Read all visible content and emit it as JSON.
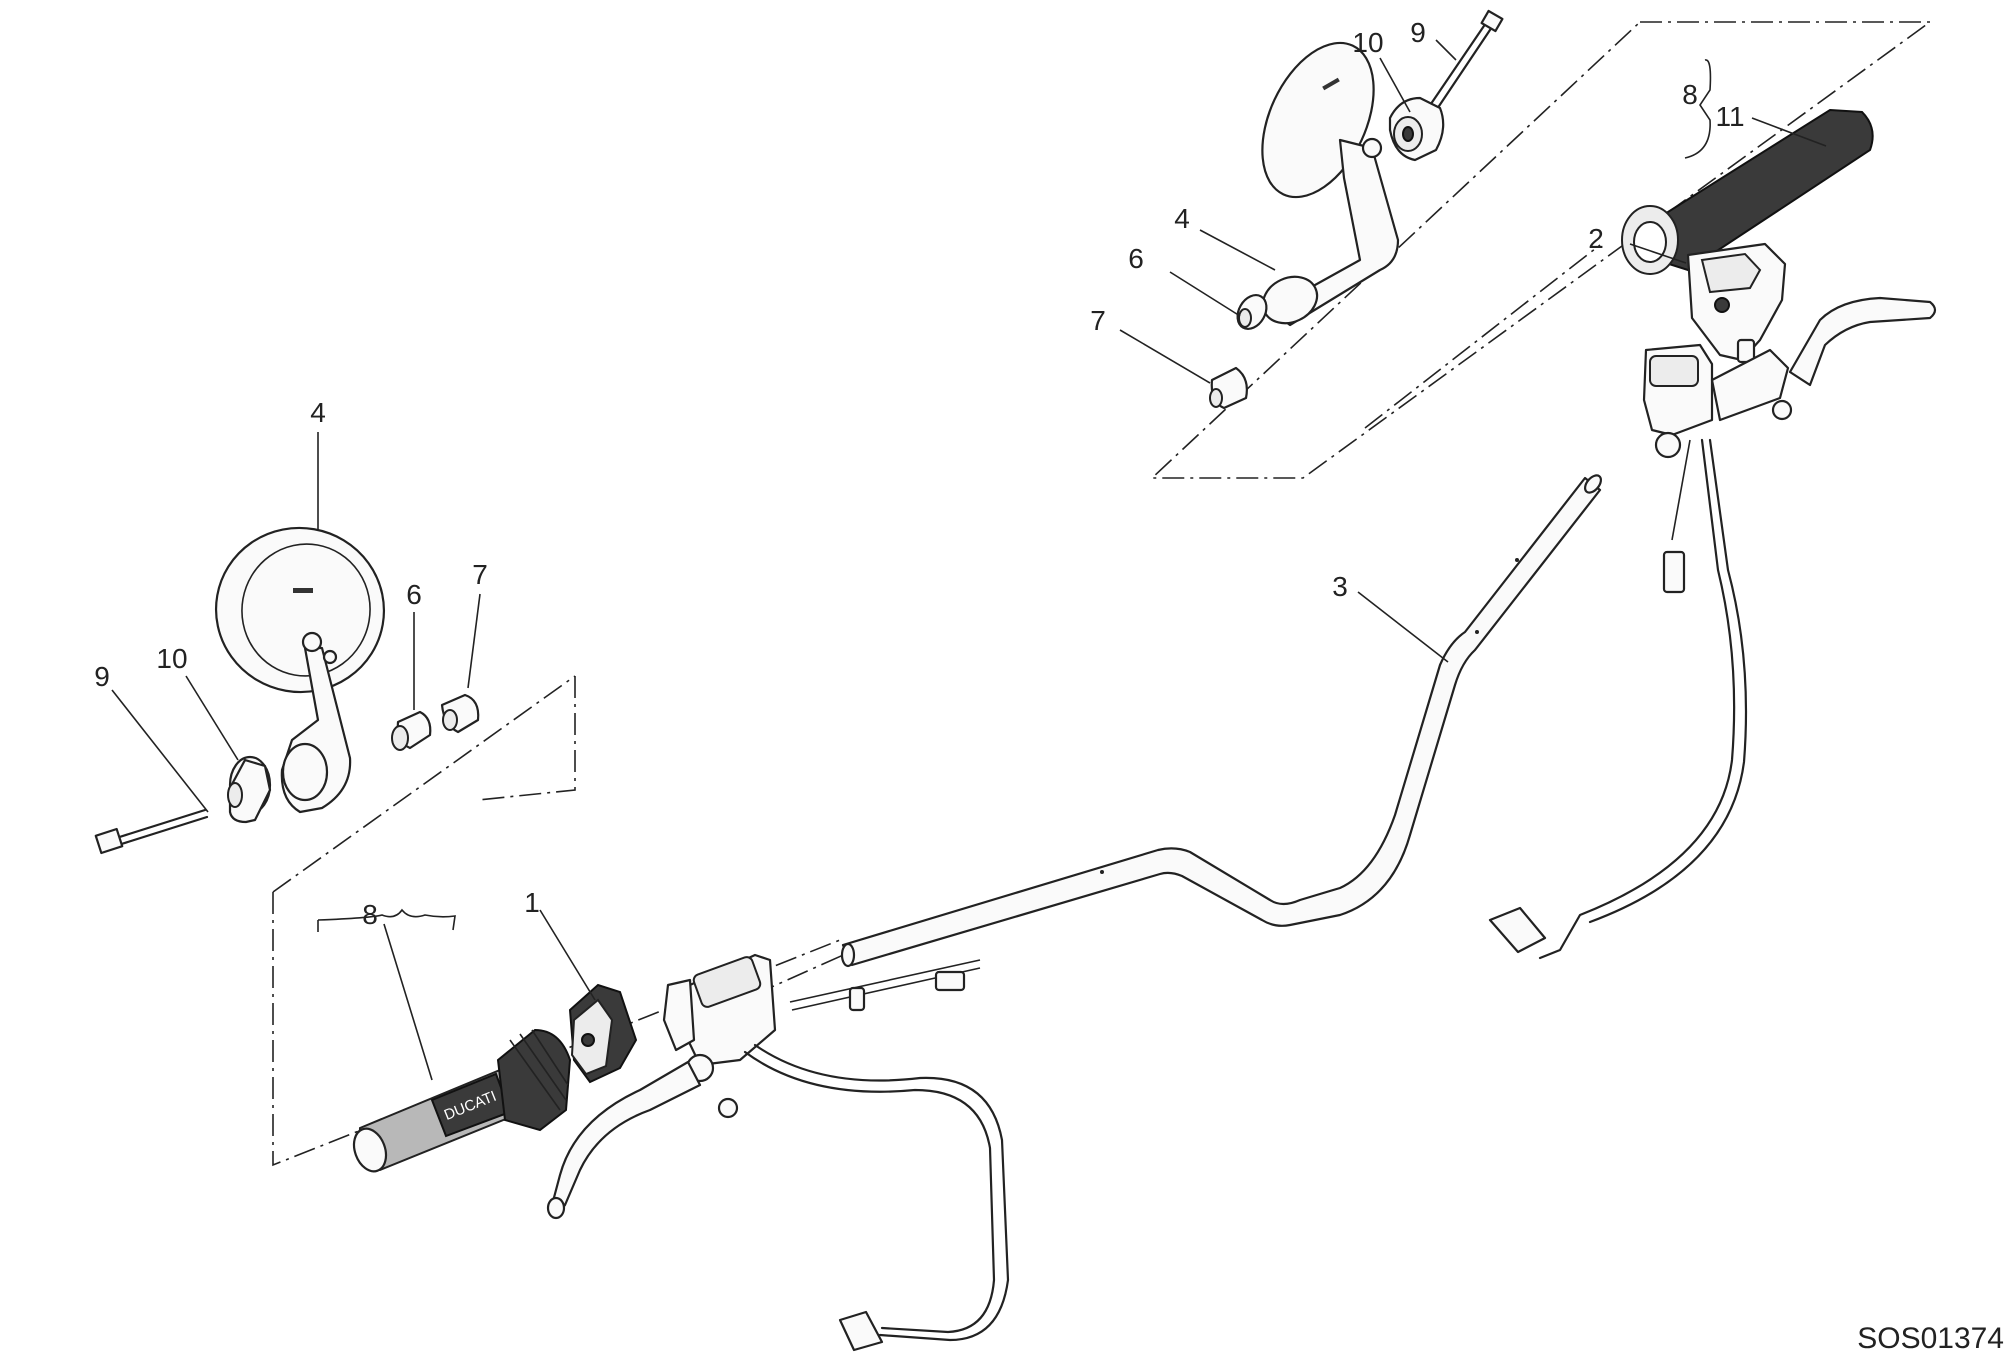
{
  "diagram": {
    "drawing_code": "SOS01374",
    "callouts": {
      "left_mirror": "4",
      "left_screw": "9",
      "left_spacer": "10",
      "left_insert": "6",
      "left_end_cap": "7",
      "left_grip_group": "8",
      "left_switch": "1",
      "handlebar": "3",
      "right_switch": "2",
      "right_grip_group": "8",
      "right_grip": "11",
      "right_mirror": "4",
      "right_spacer": "10",
      "right_screw": "9",
      "right_insert": "6",
      "right_end_cap": "7"
    },
    "brand_mark": "DUCATI"
  }
}
